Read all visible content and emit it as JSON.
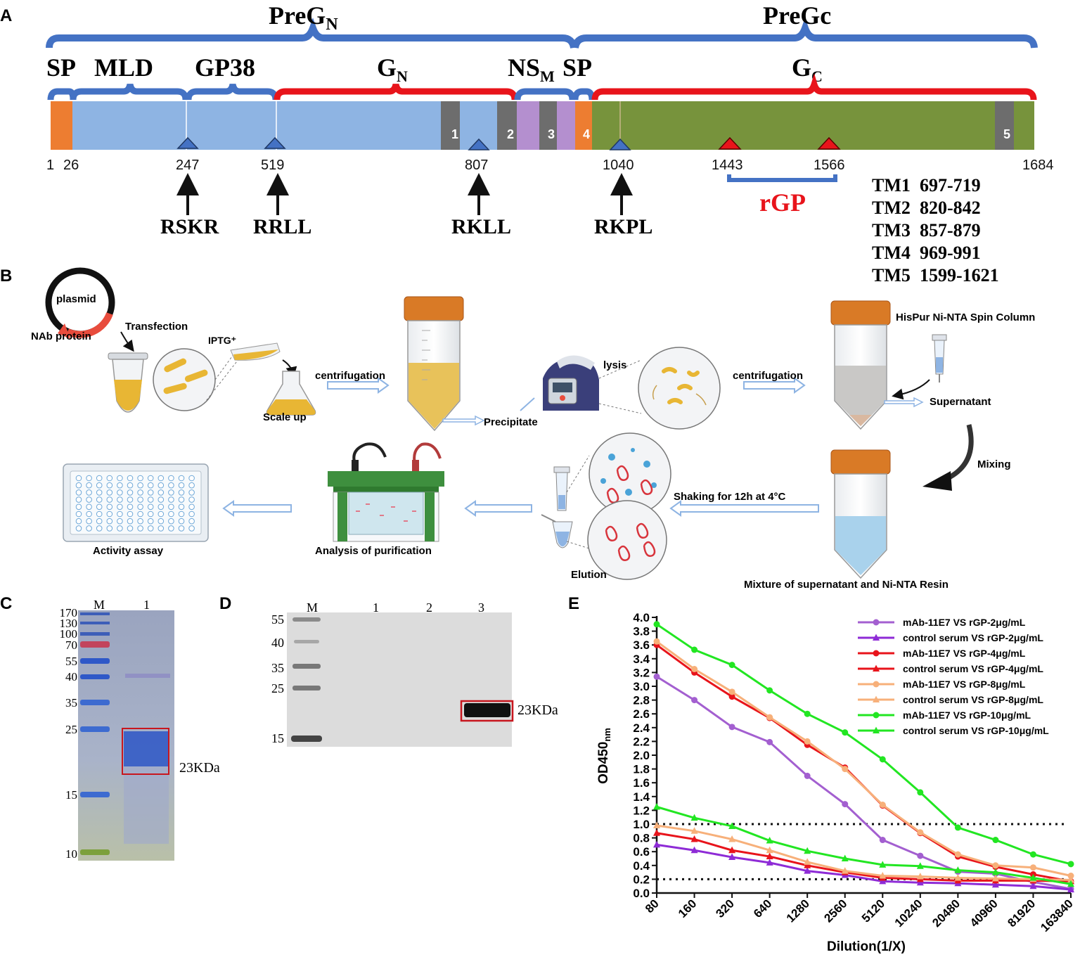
{
  "panel_labels": {
    "a": "A",
    "b": "B",
    "c": "C",
    "d": "D",
    "e": "E"
  },
  "panel_a": {
    "pregn": "PreG",
    "pregn_sub": "N",
    "pregc": "PreGc",
    "domains": [
      {
        "key": "sp1",
        "label": "SP",
        "sub": ""
      },
      {
        "key": "mld",
        "label": "MLD",
        "sub": ""
      },
      {
        "key": "gp38",
        "label": "GP38",
        "sub": ""
      },
      {
        "key": "gn",
        "label": "G",
        "sub": "N"
      },
      {
        "key": "nsm",
        "label": "NS",
        "sub": "M"
      },
      {
        "key": "sp2",
        "label": "SP",
        "sub": ""
      },
      {
        "key": "gc",
        "label": "G",
        "sub": "C"
      }
    ],
    "tm_numbers": [
      "1",
      "2",
      "3",
      "4",
      "5"
    ],
    "positions": [
      "1",
      "26",
      "247",
      "519",
      "807",
      "1040",
      "1443",
      "1566",
      "1684"
    ],
    "cleavage_sites": [
      "RSKR",
      "RRLL",
      "RKLL",
      "RKPL"
    ],
    "rgp": "rGP",
    "tm_table": [
      {
        "name": "TM1",
        "range": "697-719"
      },
      {
        "name": "TM2",
        "range": "820-842"
      },
      {
        "name": "TM3",
        "range": "857-879"
      },
      {
        "name": "TM4",
        "range": "969-991"
      },
      {
        "name": "TM5",
        "range": "1599-1621"
      }
    ],
    "colors": {
      "blue_bracket": "#4472c4",
      "red_bracket": "#e8141b",
      "sp": "#ed7d31",
      "light_blue": "#8eb4e3",
      "tm_gray": "#6d6d6d",
      "purple": "#b48fcf",
      "green": "#77933c"
    }
  },
  "panel_b": {
    "plasmid": "plasmid",
    "nab_protein": "NAb protein",
    "transfection": "Transfection",
    "iptg": "IPTG⁺",
    "scale_up": "Scale up",
    "centrifugation1": "centrifugation",
    "precipitate": "Precipitate",
    "lysis": "lysis",
    "centrifugation2": "centrifugation",
    "spin_column": "HisPur Ni-NTA Spin Column",
    "supernatant": "Supernatant",
    "mixing": "Mixing",
    "mixture": "Mixture of supernatant and Ni-NTA Resin",
    "shaking": "Shaking for 12h at 4°C",
    "elution": "Elution",
    "analysis": "Analysis of purification",
    "activity": "Activity assay"
  },
  "panel_c": {
    "lanes": [
      "M",
      "1"
    ],
    "markers": [
      "170",
      "130",
      "100",
      "70",
      "55",
      "40",
      "35",
      "25",
      "15",
      "10"
    ],
    "band_label": "23KDa"
  },
  "panel_d": {
    "lanes": [
      "M",
      "1",
      "2",
      "3"
    ],
    "markers": [
      "55",
      "40",
      "35",
      "25",
      "15"
    ],
    "band_label": "23KDa"
  },
  "chart_data": {
    "type": "line",
    "ylabel": "OD450",
    "ylabel_sub": "nm",
    "xlabel": "Dilution(1/X)",
    "categories": [
      "80",
      "160",
      "320",
      "640",
      "1280",
      "2560",
      "5120",
      "10240",
      "20480",
      "40960",
      "81920",
      "163840"
    ],
    "ylim": [
      0,
      4.0
    ],
    "yticks": [
      "0.0",
      "0.2",
      "0.4",
      "0.6",
      "0.8",
      "1.0",
      "1.2",
      "1.4",
      "1.6",
      "1.8",
      "2.0",
      "2.2",
      "2.4",
      "2.6",
      "2.8",
      "3.0",
      "3.2",
      "3.4",
      "3.6",
      "3.8",
      "4.0"
    ],
    "reference_lines": [
      1.0,
      0.2
    ],
    "legend_position": "top-right",
    "series": [
      {
        "name": "mAb-11E7 VS rGP-2μg/mL",
        "color": "#a35fd0",
        "marker": "circle",
        "values": [
          3.14,
          2.8,
          2.41,
          2.19,
          1.7,
          1.29,
          0.77,
          0.54,
          0.31,
          0.28,
          0.16,
          0.06
        ]
      },
      {
        "name": "control serum VS rGP-2μg/mL",
        "color": "#8e2bd6",
        "marker": "triangle",
        "values": [
          0.7,
          0.62,
          0.52,
          0.44,
          0.32,
          0.26,
          0.17,
          0.15,
          0.14,
          0.12,
          0.1,
          0.05
        ]
      },
      {
        "name": "mAb-11E7 VS rGP-4μg/mL",
        "color": "#e8141b",
        "marker": "circle",
        "values": [
          3.6,
          3.2,
          2.85,
          2.54,
          2.15,
          1.82,
          1.27,
          0.87,
          0.53,
          0.38,
          0.27,
          0.17
        ]
      },
      {
        "name": "control serum VS rGP-4μg/mL",
        "color": "#e8141b",
        "marker": "triangle",
        "values": [
          0.87,
          0.78,
          0.62,
          0.53,
          0.4,
          0.3,
          0.22,
          0.2,
          0.18,
          0.18,
          0.18,
          0.17
        ]
      },
      {
        "name": "mAb-11E7 VS rGP-8μg/mL",
        "color": "#f7b07a",
        "marker": "circle",
        "values": [
          3.65,
          3.25,
          2.92,
          2.55,
          2.2,
          1.8,
          1.28,
          0.88,
          0.56,
          0.4,
          0.37,
          0.25
        ]
      },
      {
        "name": "control serum VS rGP-8μg/mL",
        "color": "#f7b07a",
        "marker": "triangle",
        "values": [
          0.98,
          0.9,
          0.78,
          0.62,
          0.45,
          0.32,
          0.25,
          0.24,
          0.22,
          0.21,
          0.2,
          0.19
        ]
      },
      {
        "name": "mAb-11E7 VS rGP-10μg/mL",
        "color": "#22e622",
        "marker": "circle",
        "values": [
          3.9,
          3.53,
          3.31,
          2.94,
          2.6,
          2.33,
          1.94,
          1.46,
          0.95,
          0.77,
          0.56,
          0.42
        ]
      },
      {
        "name": "control serum VS rGP-10μg/mL",
        "color": "#22e622",
        "marker": "triangle",
        "values": [
          1.25,
          1.09,
          0.97,
          0.76,
          0.61,
          0.5,
          0.41,
          0.39,
          0.33,
          0.3,
          0.22,
          0.13
        ]
      }
    ]
  }
}
